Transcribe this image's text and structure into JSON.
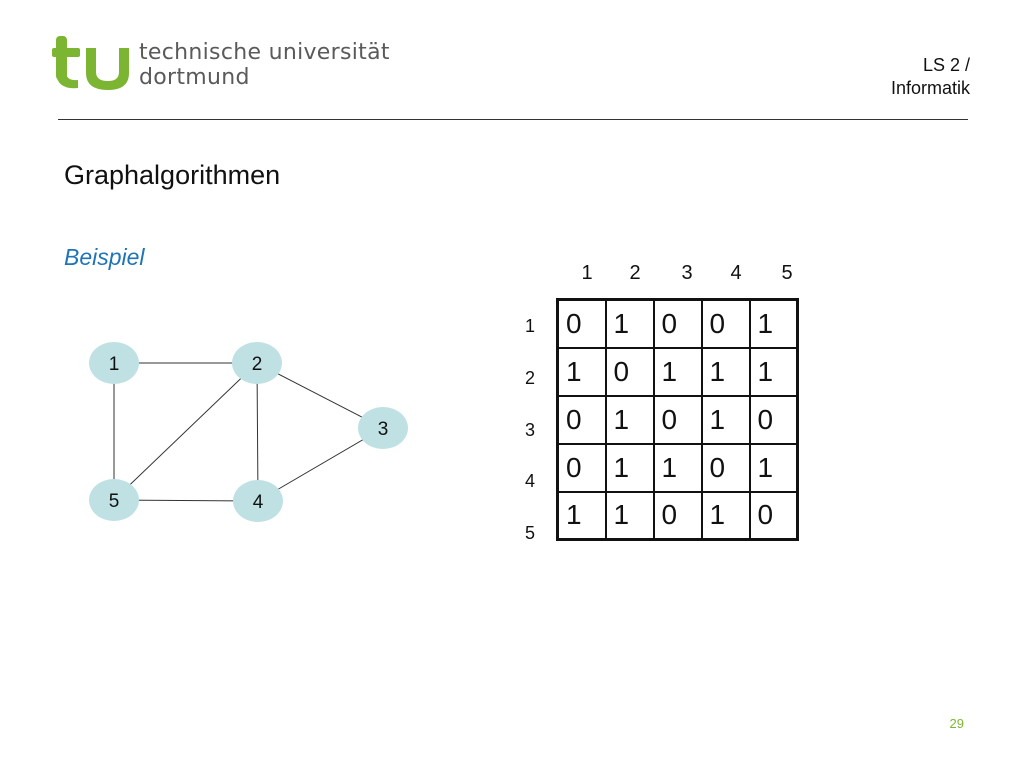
{
  "header": {
    "logo_line1": "technische universität",
    "logo_line2": "dortmund",
    "chair_line1": "LS 2 /",
    "chair_line2": "Informatik"
  },
  "slide": {
    "title": "Graphalgorithmen",
    "subtitle": "Beispiel",
    "page_number": "29"
  },
  "colors": {
    "brand_green": "#7cb531",
    "node_fill": "#bfe1e3",
    "subtitle_blue": "#1f74b6"
  },
  "graph": {
    "nodes": [
      "1",
      "2",
      "3",
      "4",
      "5"
    ],
    "edges": [
      [
        "1",
        "2"
      ],
      [
        "1",
        "5"
      ],
      [
        "2",
        "5"
      ],
      [
        "2",
        "4"
      ],
      [
        "2",
        "3"
      ],
      [
        "3",
        "4"
      ],
      [
        "4",
        "5"
      ]
    ]
  },
  "matrix": {
    "col_labels": [
      "1",
      "2",
      "3",
      "4",
      "5"
    ],
    "row_labels": [
      "1",
      "2",
      "3",
      "4",
      "5"
    ],
    "rows": [
      [
        "0",
        "1",
        "0",
        "0",
        "1"
      ],
      [
        "1",
        "0",
        "1",
        "1",
        "1"
      ],
      [
        "0",
        "1",
        "0",
        "1",
        "0"
      ],
      [
        "0",
        "1",
        "1",
        "0",
        "1"
      ],
      [
        "1",
        "1",
        "0",
        "1",
        "0"
      ]
    ]
  }
}
